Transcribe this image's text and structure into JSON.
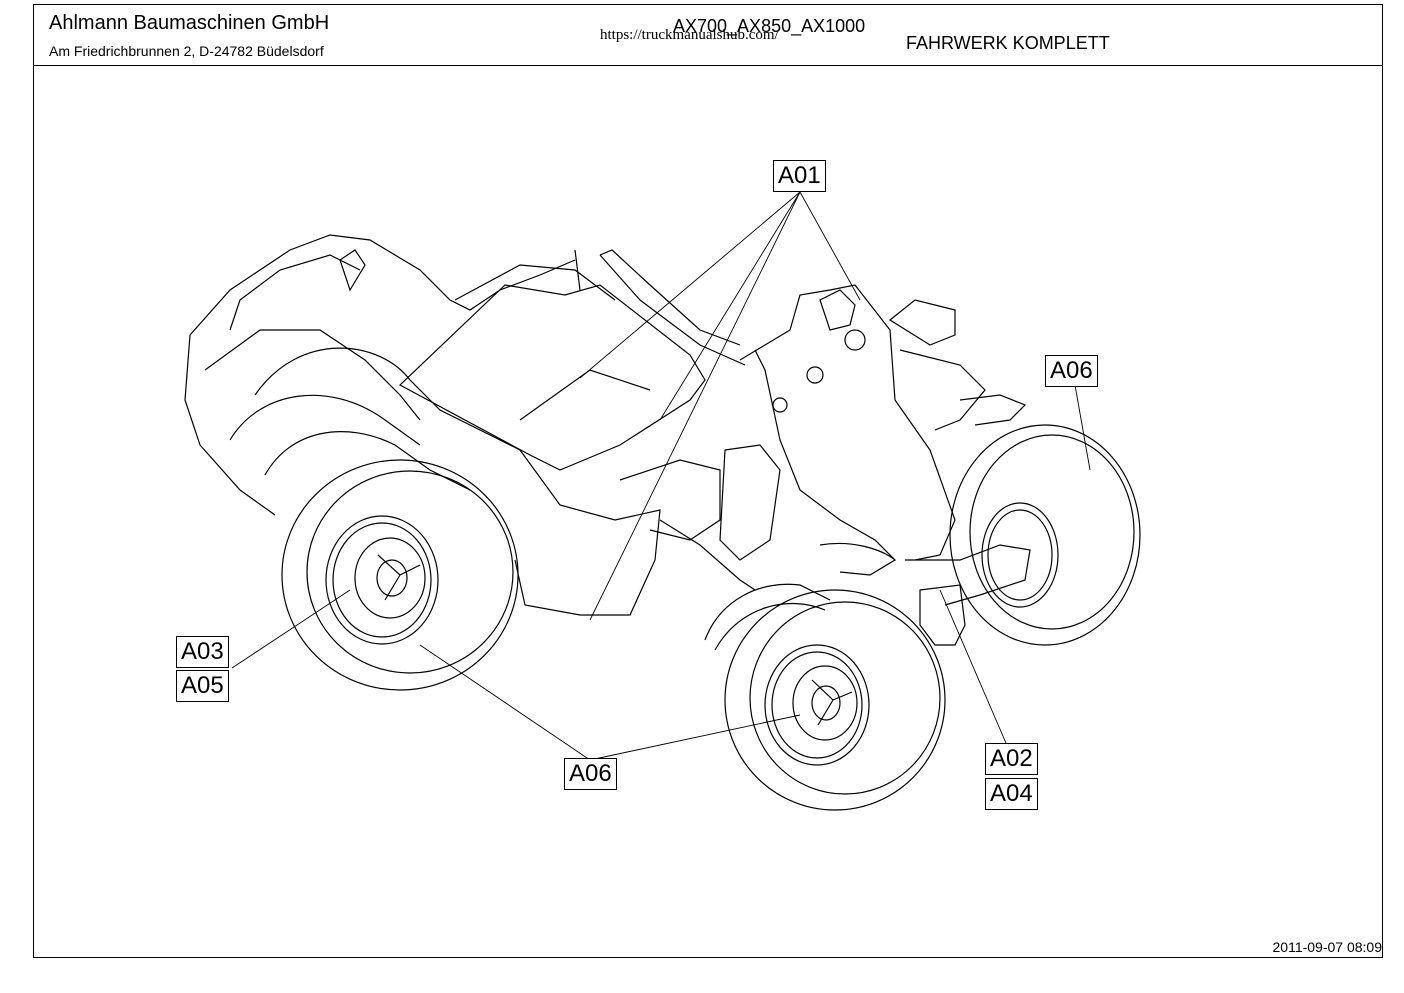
{
  "header": {
    "company": "Ahlmann Baumaschinen GmbH",
    "address": "Am Friedrichbrunnen 2,  D-24782 Büdelsdorf",
    "models": "AX700_AX850_AX1000",
    "url": "https://truckmanualshub.com/",
    "title": "FAHRWERK KOMPLETT"
  },
  "footer": {
    "timestamp": "2011-09-07 08:09"
  },
  "callouts": {
    "a01": "A01",
    "a06_right": "A06",
    "a03": "A03",
    "a05": "A05",
    "a06_bottom": "A06",
    "a02": "A02",
    "a04": "A04"
  }
}
